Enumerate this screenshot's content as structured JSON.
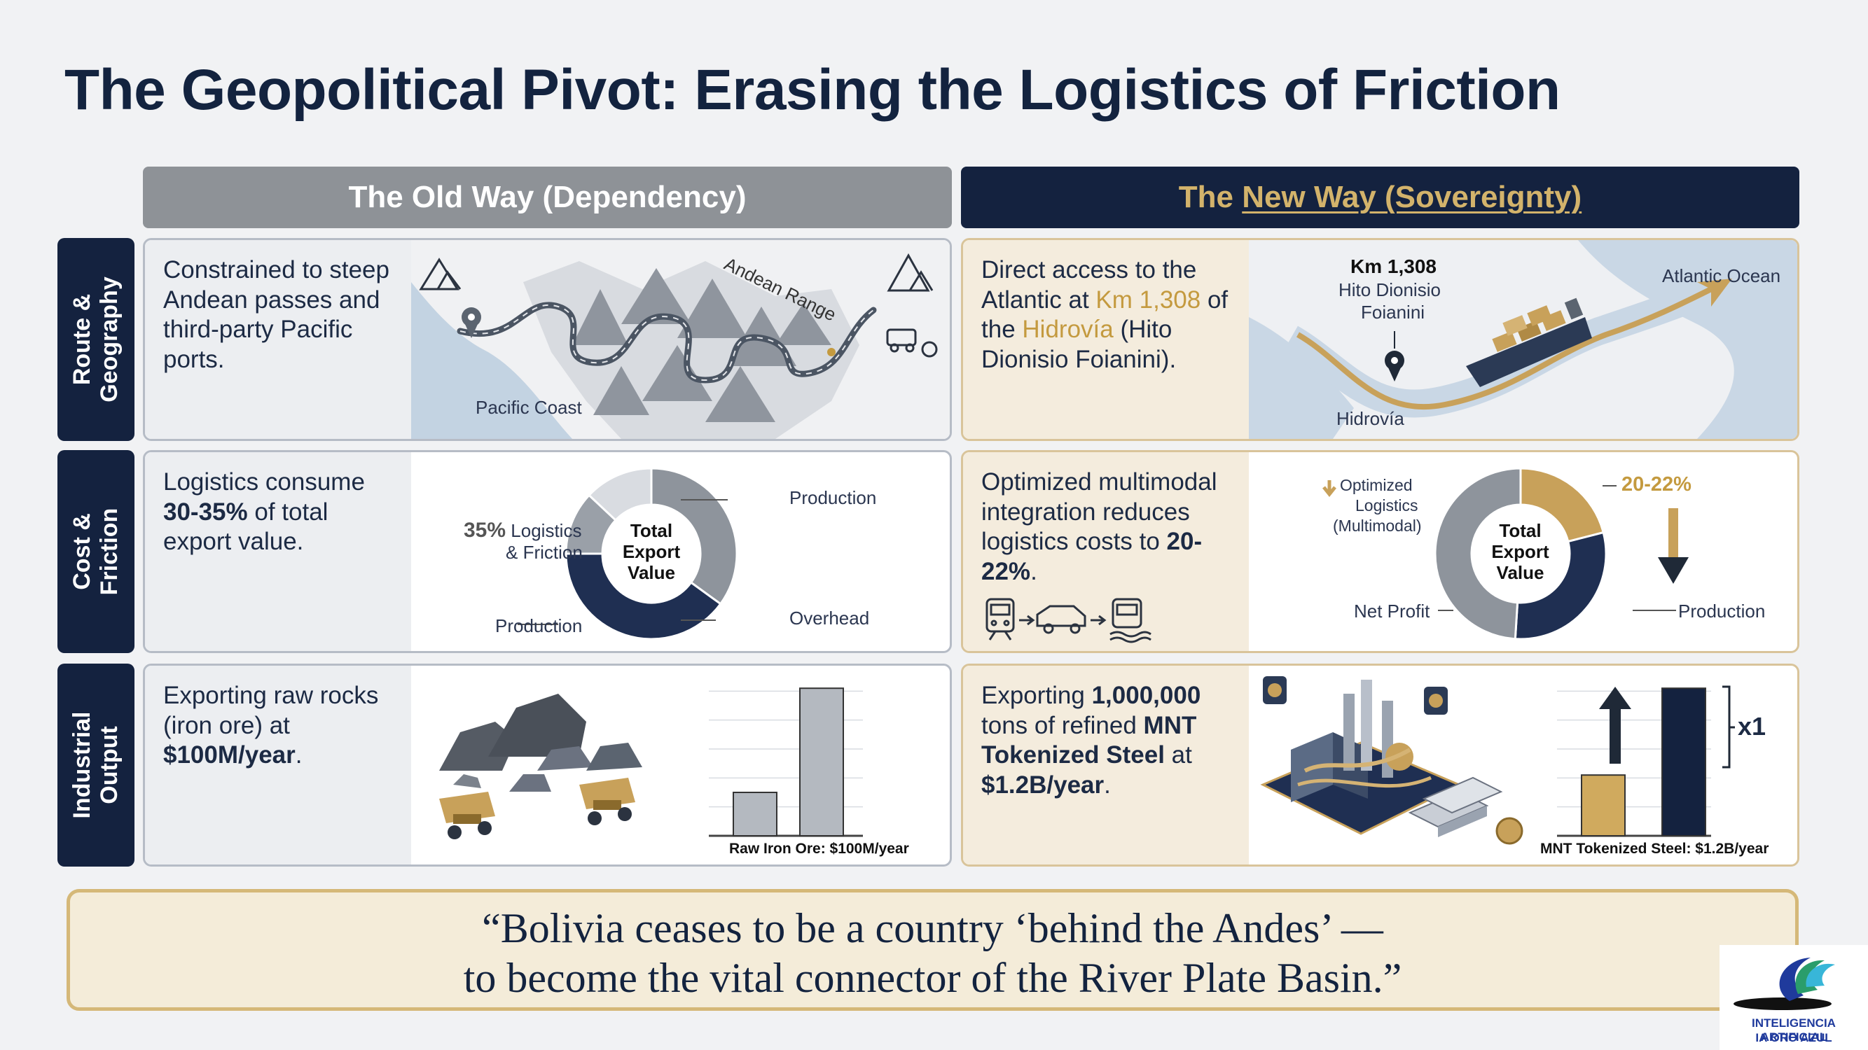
{
  "title": "The Geopolitical Pivot: Erasing the Logistics of Friction",
  "columns": {
    "old": "The Old Way (Dependency)",
    "new_prefix": "The ",
    "new_underlined": "New Way (Sovereignty)"
  },
  "rows": {
    "route": {
      "label_line1": "Route &",
      "label_line2": "Geography",
      "old_text": "Constrained to steep Andean passes and third-party Pacific ports.",
      "old_labels": {
        "range": "Andean Range",
        "coast": "Pacific Coast"
      },
      "new_text": {
        "a": "Direct access to the Atlantic at ",
        "b": "Km 1,308",
        "c": " of the ",
        "d": "Hidrovía",
        "e": " (Hito Dionisio Foianini)."
      },
      "new_labels": {
        "km": "Km 1,308",
        "hito1": "Hito Dionisio",
        "hito2": "Foianini",
        "ocean": "Atlantic Ocean",
        "river": "Hidrovía"
      }
    },
    "cost": {
      "label_line1": "Cost &",
      "label_line2": "Friction",
      "old_text": {
        "a": "Logistics consume ",
        "b": "30-35%",
        "c": " of total export value."
      },
      "old_chart": {
        "center1": "Total",
        "center2": "Export",
        "center3": "Value",
        "pct": "35%",
        "logistics1": "Logistics",
        "logistics2": "& Friction",
        "production_top": "Production",
        "production_bottom": "Production",
        "overhead": "Overhead"
      },
      "new_text": {
        "a": "Optimized multimodal integration reduces logistics costs to ",
        "b": "20-22%",
        "c": "."
      },
      "new_chart": {
        "center1": "Total",
        "center2": "Export",
        "center3": "Value",
        "opt1": "Optimized",
        "opt2": "Logistics",
        "opt3": "(Multimodal)",
        "pct": "20-22%",
        "net": "Net Profit",
        "production": "Production"
      }
    },
    "industry": {
      "label_line1": "Industrial",
      "label_line2": "Output",
      "old_text": {
        "a": "Exporting raw rocks (iron ore) at ",
        "b": "$100M/year",
        "c": "."
      },
      "old_caption": "Raw Iron Ore: $100M/year",
      "new_text": {
        "a": "Exporting ",
        "b": "1,000,000",
        "c": " tons of refined ",
        "d": "MNT Tokenized Steel",
        "e": " at ",
        "f": "$1.2B/year",
        "g": "."
      },
      "new_caption": "MNT Tokenized Steel: $1.2B/year",
      "multiplier": "x1"
    }
  },
  "chart_data": [
    {
      "type": "pie",
      "title": "Total Export Value",
      "labels": [
        "Logistics & Friction",
        "Production",
        "Overhead",
        "Production"
      ],
      "values": [
        35,
        40,
        12,
        13
      ]
    },
    {
      "type": "pie",
      "title": "Total Export Value",
      "labels": [
        "Optimized Logistics (Multimodal)",
        "Production",
        "Net Profit"
      ],
      "values": [
        21,
        30,
        49
      ]
    },
    {
      "type": "bar",
      "categories": [
        "",
        ""
      ],
      "values": [
        25,
        85
      ]
    },
    {
      "type": "bar",
      "categories": [
        "",
        ""
      ],
      "values": [
        35,
        85
      ]
    }
  ],
  "quote": {
    "line1": "“Bolivia ceases to be a country ‘behind the Andes’ —",
    "line2": "to become the vital connector of the River Plate Basin.”"
  },
  "logo": {
    "line1": "INTELIGENCIA ARTIFICIAL",
    "line2": "IA ORO AZUL"
  }
}
